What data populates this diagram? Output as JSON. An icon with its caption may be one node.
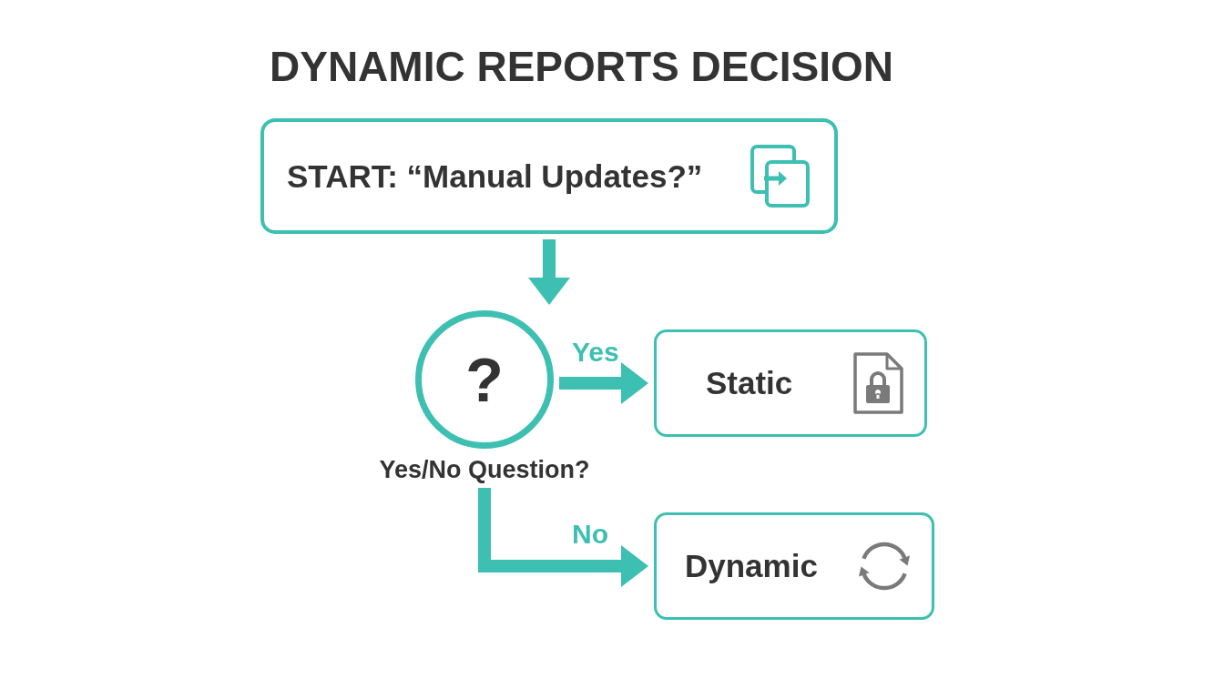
{
  "diagram": {
    "title": "DYNAMIC REPORTS DECISION",
    "nodes": [
      {
        "text": [
          "START: “Manual Updates?”"
        ]
      },
      {
        "text": [
          "?"
        ],
        "beside": [
          "Yes/No Question?"
        ]
      },
      {
        "text": [
          "Static"
        ]
      },
      {
        "text": [
          "Dynamic"
        ]
      }
    ],
    "edges": [
      {
        "from": 0,
        "to": 1,
        "arrow": "to"
      },
      {
        "from": 1,
        "to": 2,
        "arrow": "to",
        "label": "Yes"
      },
      {
        "from": 1,
        "to": 3,
        "arrow": "to",
        "label": "No"
      }
    ]
  }
}
